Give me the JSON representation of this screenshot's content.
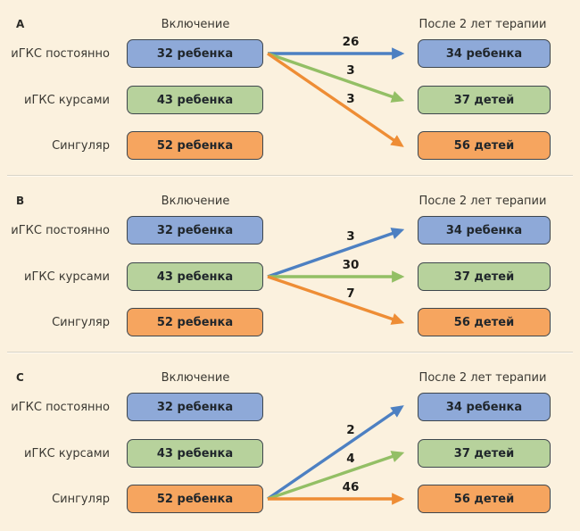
{
  "colors": {
    "background": "#fbf1de",
    "divider": "#d8d4c7",
    "box_border": "#3e464d",
    "blue_fill": "#8ea9d8",
    "green_fill": "#b7d29c",
    "orange_fill": "#f6a55f",
    "blue_arrow": "#4d80c2",
    "green_arrow": "#93bf65",
    "orange_arrow": "#ee8d35"
  },
  "headers": {
    "left": "Включение",
    "right": "После 2 лет терапии"
  },
  "groups": [
    "иГКС постоянно",
    "иГКС курсами",
    "Сингуляр"
  ],
  "panels": [
    {
      "letter": "A",
      "left_boxes": [
        "32 ребенка",
        "43 ребенка",
        "52 ребенка"
      ],
      "right_boxes": [
        "34 ребенка",
        "37 детей",
        "56 детей"
      ],
      "flows": [
        {
          "from": 0,
          "to": 0,
          "value": "26",
          "color": "blue"
        },
        {
          "from": 0,
          "to": 1,
          "value": "3",
          "color": "green"
        },
        {
          "from": 0,
          "to": 2,
          "value": "3",
          "color": "orange"
        }
      ]
    },
    {
      "letter": "B",
      "left_boxes": [
        "32 ребенка",
        "43 ребенка",
        "52 ребенка"
      ],
      "right_boxes": [
        "34 ребенка",
        "37 детей",
        "56 детей"
      ],
      "flows": [
        {
          "from": 1,
          "to": 0,
          "value": "3",
          "color": "blue"
        },
        {
          "from": 1,
          "to": 1,
          "value": "30",
          "color": "green"
        },
        {
          "from": 1,
          "to": 2,
          "value": "7",
          "color": "orange"
        }
      ]
    },
    {
      "letter": "C",
      "left_boxes": [
        "32 ребенка",
        "43 ребенка",
        "52 ребенка"
      ],
      "right_boxes": [
        "34 ребенка",
        "37 детей",
        "56 детей"
      ],
      "flows": [
        {
          "from": 2,
          "to": 0,
          "value": "2",
          "color": "blue"
        },
        {
          "from": 2,
          "to": 1,
          "value": "4",
          "color": "green"
        },
        {
          "from": 2,
          "to": 2,
          "value": "46",
          "color": "orange"
        }
      ]
    }
  ]
}
